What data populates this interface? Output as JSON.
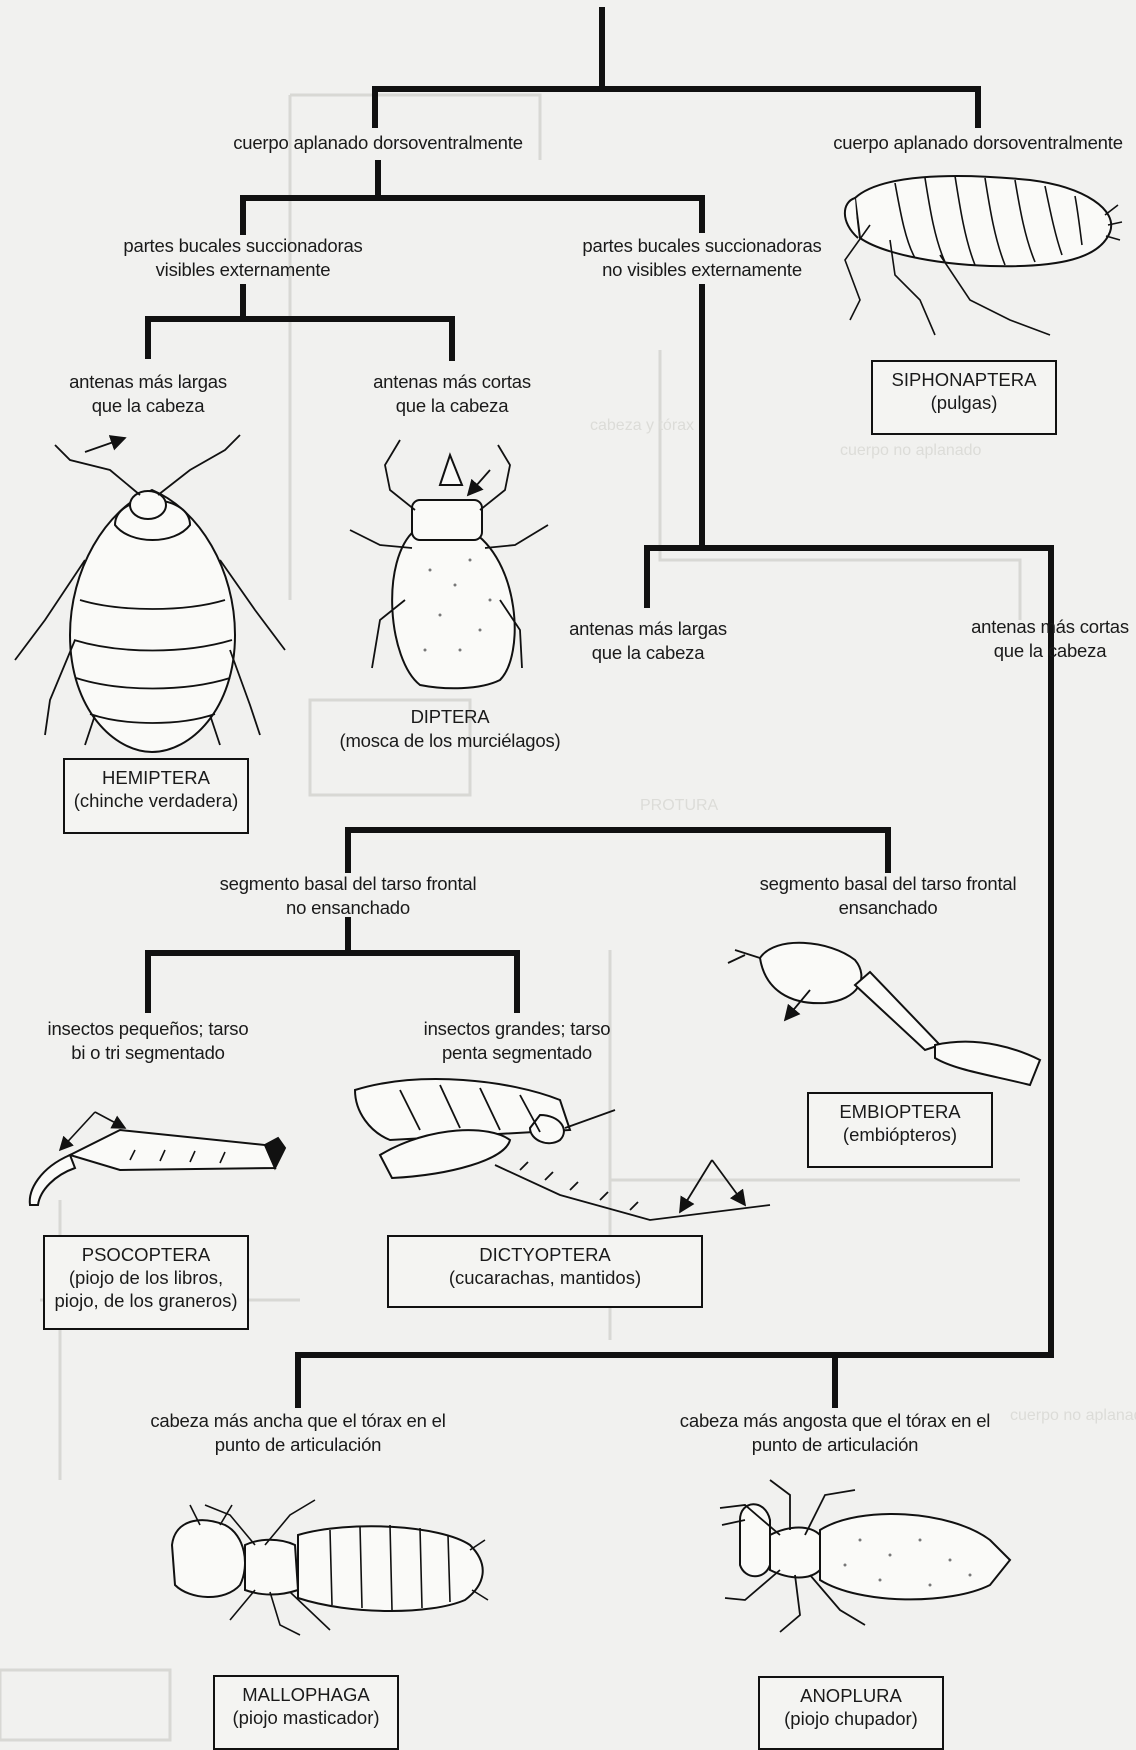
{
  "nodes": {
    "flat1": "cuerpo aplanado dorsoventralmente",
    "flat2": "cuerpo aplanado dorsoventralmente",
    "mouth_visible_1": "partes bucales succionadoras",
    "mouth_visible_2": "visibles externamente",
    "mouth_hidden_1": "partes bucales succionadoras",
    "mouth_hidden_2": "no visibles externamente",
    "ant_long_a1": "antenas más largas",
    "ant_long_a2": "que la cabeza",
    "ant_short_a1": "antenas más cortas",
    "ant_short_a2": "que la cabeza",
    "ant_long_b1": "antenas más largas",
    "ant_long_b2": "que la cabeza",
    "ant_short_b1": "antenas más cortas",
    "ant_short_b2": "que la cabeza",
    "tarsus_no_1": "segmento basal del tarso frontal",
    "tarsus_no_2": "no ensanchado",
    "tarsus_yes_1": "segmento basal del tarso frontal",
    "tarsus_yes_2": "ensanchado",
    "small_1": "insectos pequeños; tarso",
    "small_2": "bi o tri segmentado",
    "large_1": "insectos grandes; tarso",
    "large_2": "penta segmentado",
    "head_wide_1": "cabeza más ancha que el tórax en el",
    "head_wide_2": "punto de articulación",
    "head_narrow_1": "cabeza más angosta que el tórax en el",
    "head_narrow_2": "punto de articulación"
  },
  "orders": {
    "siphonaptera": {
      "name": "SIPHONAPTERA",
      "common": "(pulgas)"
    },
    "diptera": {
      "name": "DIPTERA",
      "common": "(mosca de los murciélagos)"
    },
    "hemiptera": {
      "name": "HEMIPTERA",
      "common": "(chinche verdadera)"
    },
    "embioptera": {
      "name": "EMBIOPTERA",
      "common": "(embiópteros)"
    },
    "psocoptera": {
      "name": "PSOCOPTERA",
      "common1": "(piojo de los libros,",
      "common2": "piojo, de los graneros)"
    },
    "dictyoptera": {
      "name": "DICTYOPTERA",
      "common": "(cucarachas, mantidos)"
    },
    "mallophaga": {
      "name": "MALLOPHAGA",
      "common": "(piojo masticador)"
    },
    "anoplura": {
      "name": "ANOPLURA",
      "common": "(piojo chupador)"
    }
  },
  "colors": {
    "paper": "#f1f1ef",
    "ink": "#111111",
    "ghost": "#d4d4d0"
  }
}
